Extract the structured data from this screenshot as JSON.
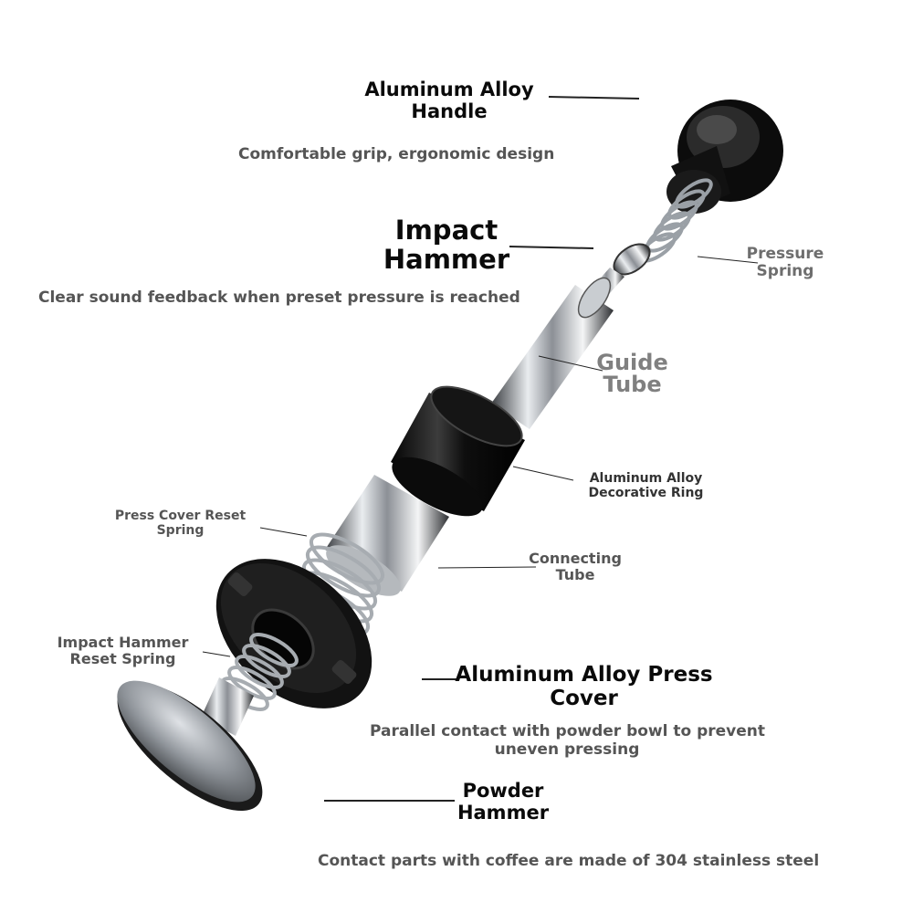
{
  "labels": {
    "handle": {
      "title": [
        "Aluminum Alloy",
        "Handle"
      ],
      "description": "Comfortable grip, ergonomic design"
    },
    "impact_hammer": {
      "title": [
        "Impact",
        "Hammer"
      ],
      "description": "Clear sound feedback when preset pressure is reached"
    },
    "pressure_spring": {
      "title": [
        "Pressure",
        "Spring"
      ]
    },
    "guide_tube": {
      "title": [
        "Guide",
        "Tube"
      ]
    },
    "decorative_ring": {
      "title": [
        "Aluminum Alloy",
        "Decorative Ring"
      ]
    },
    "press_cover_reset_spring": {
      "title": [
        "Press Cover Reset",
        "Spring"
      ]
    },
    "connecting_tube": {
      "title": [
        "Connecting",
        "Tube"
      ]
    },
    "impact_hammer_reset_spring": {
      "title": [
        "Impact Hammer",
        "Reset Spring"
      ]
    },
    "press_cover": {
      "title": [
        "Aluminum Alloy Press",
        "Cover"
      ],
      "description": [
        "Parallel contact with powder bowl to prevent",
        "uneven pressing"
      ]
    },
    "powder_hammer": {
      "title": [
        "Powder",
        "Hammer"
      ],
      "description": "Contact parts with coffee are made of 304 stainless steel"
    }
  },
  "colors": {
    "text_primary": "#0a0a0a",
    "text_secondary": "#555555",
    "leader_line": "#222222",
    "part_black": "#111111",
    "steel": "#c0c4c8"
  }
}
